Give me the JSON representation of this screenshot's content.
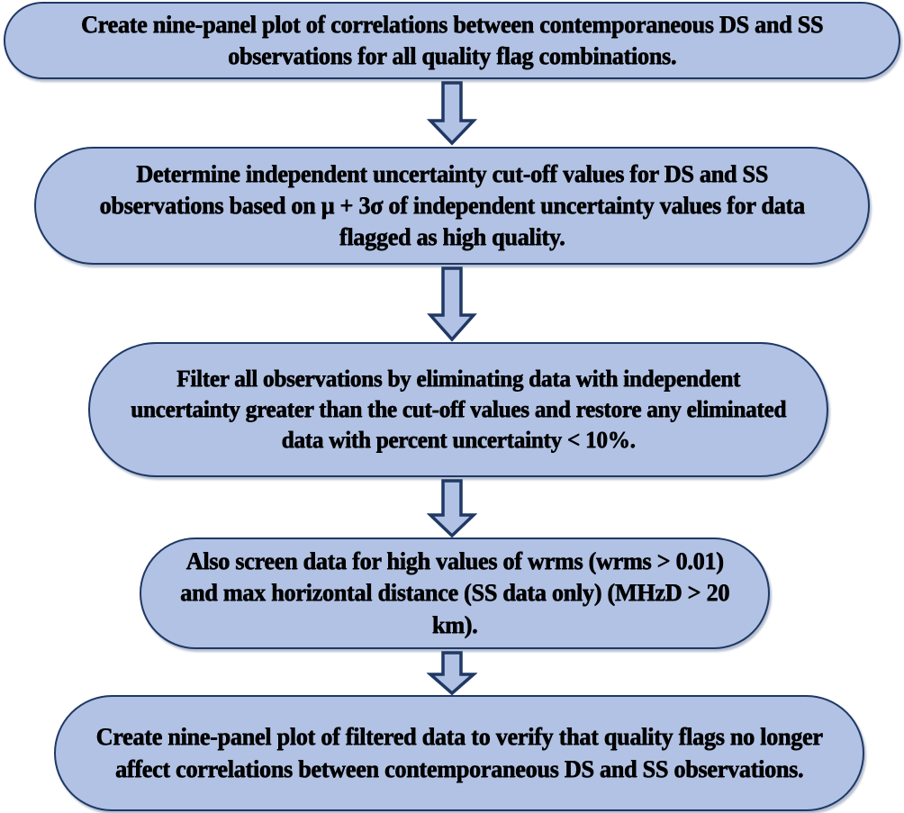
{
  "diagram": {
    "type": "flowchart",
    "orientation": "vertical-top-to-bottom",
    "background_color": "#ffffff",
    "node_fill_color": "#b1c2e4",
    "node_border_color": "#1f3864",
    "arrow_fill_color": "#b1c2e4",
    "arrow_border_color": "#1f3864",
    "text_color": "#000000",
    "nodes": [
      {
        "id": "step-1",
        "text": "Create nine-panel plot of correlations between contemporaneous DS and SS observations for all quality flag combinations."
      },
      {
        "id": "step-2",
        "text": "Determine independent uncertainty cut-off values for DS and SS observations based on μ + 3σ of independent uncertainty values for data flagged as high quality."
      },
      {
        "id": "step-3",
        "text": "Filter all observations by eliminating data with independent uncertainty greater than the cut-off values and restore any eliminated data with percent uncertainty < 10%."
      },
      {
        "id": "step-4",
        "text": "Also screen data for high values of wrms (wrms > 0.01) and max horizontal distance (SS data only) (MHzD > 20 km)."
      },
      {
        "id": "step-5",
        "text": "Create nine-panel plot of filtered data to verify that quality flags no longer affect correlations between contemporaneous DS and SS observations."
      }
    ],
    "connectors": [
      {
        "id": "connector-1",
        "from": "step-1",
        "to": "step-2",
        "shape": "down-arrow"
      },
      {
        "id": "connector-2",
        "from": "step-2",
        "to": "step-3",
        "shape": "down-arrow"
      },
      {
        "id": "connector-3",
        "from": "step-3",
        "to": "step-4",
        "shape": "down-arrow"
      },
      {
        "id": "connector-4",
        "from": "step-4",
        "to": "step-5",
        "shape": "down-arrow"
      }
    ]
  }
}
